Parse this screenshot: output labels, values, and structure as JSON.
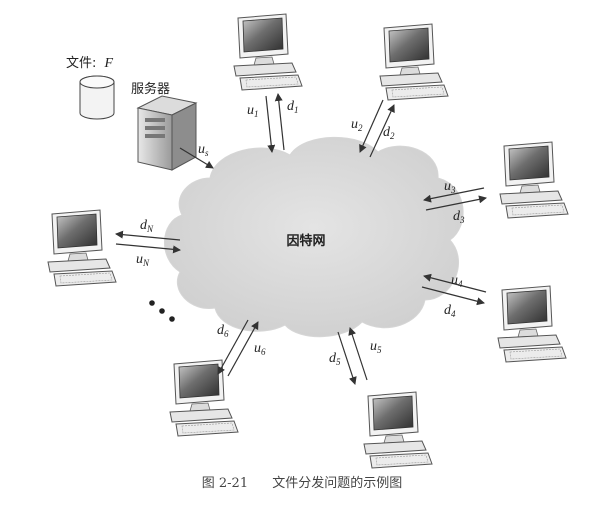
{
  "file_label": "文件:",
  "file_var": "F",
  "server_label": "服务器",
  "cloud_label": "因特网",
  "caption_number": "图 2-21",
  "caption_text": "文件分发问题的示例图",
  "server_link": {
    "up": "u",
    "up_sub": "s"
  },
  "peers": [
    {
      "id": "1",
      "up": "u",
      "up_sub": "1",
      "down": "d",
      "down_sub": "1"
    },
    {
      "id": "2",
      "up": "u",
      "up_sub": "2",
      "down": "d",
      "down_sub": "2"
    },
    {
      "id": "3",
      "up": "u",
      "up_sub": "3",
      "down": "d",
      "down_sub": "3"
    },
    {
      "id": "4",
      "up": "u",
      "up_sub": "4",
      "down": "d",
      "down_sub": "4"
    },
    {
      "id": "5",
      "up": "u",
      "up_sub": "5",
      "down": "d",
      "down_sub": "5"
    },
    {
      "id": "6",
      "up": "u",
      "up_sub": "6",
      "down": "d",
      "down_sub": "6"
    },
    {
      "id": "N",
      "up": "u",
      "up_sub": "N",
      "down": "d",
      "down_sub": "N"
    }
  ],
  "ellipsis": "• • •"
}
